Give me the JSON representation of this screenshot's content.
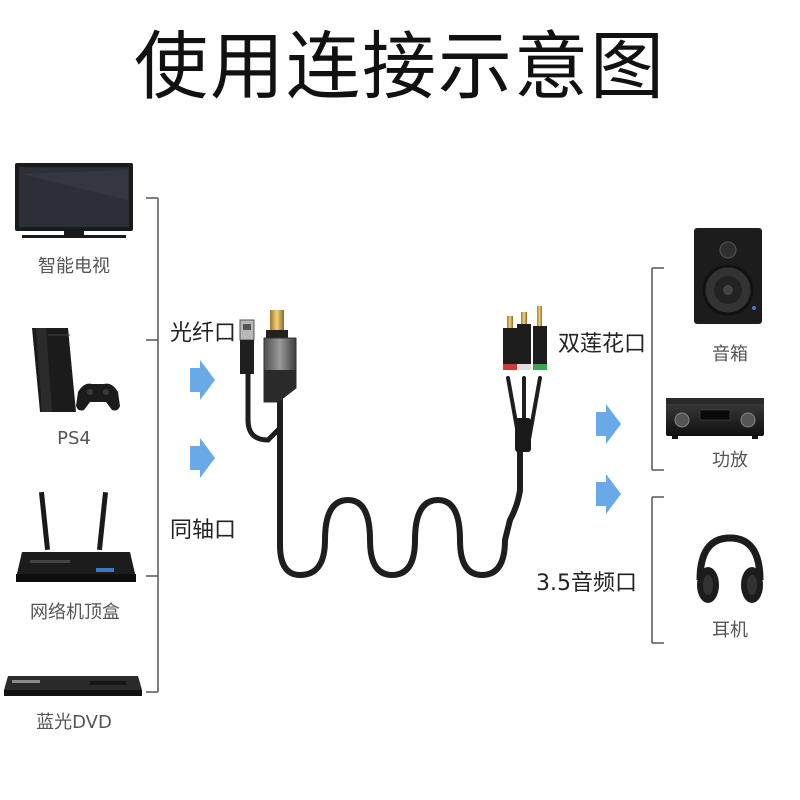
{
  "title": "使用连接示意图",
  "sources": {
    "tv": "智能电视",
    "ps4": "PS4",
    "settop": "网络机顶盒",
    "dvd": "蓝光DVD"
  },
  "ports": {
    "optical": "光纤口",
    "coaxial": "同轴口",
    "rca": "双莲花口",
    "aux": "3.5音频口"
  },
  "outputs": {
    "speaker": "音箱",
    "amplifier": "功放",
    "headphones": "耳机"
  },
  "colors": {
    "arrow": "#6aa9e8",
    "bracket": "#555555",
    "cable": "#222222",
    "plug_gold": "#c9a24a",
    "rca_red": "#d23a3a",
    "rca_green": "#3aa655"
  }
}
